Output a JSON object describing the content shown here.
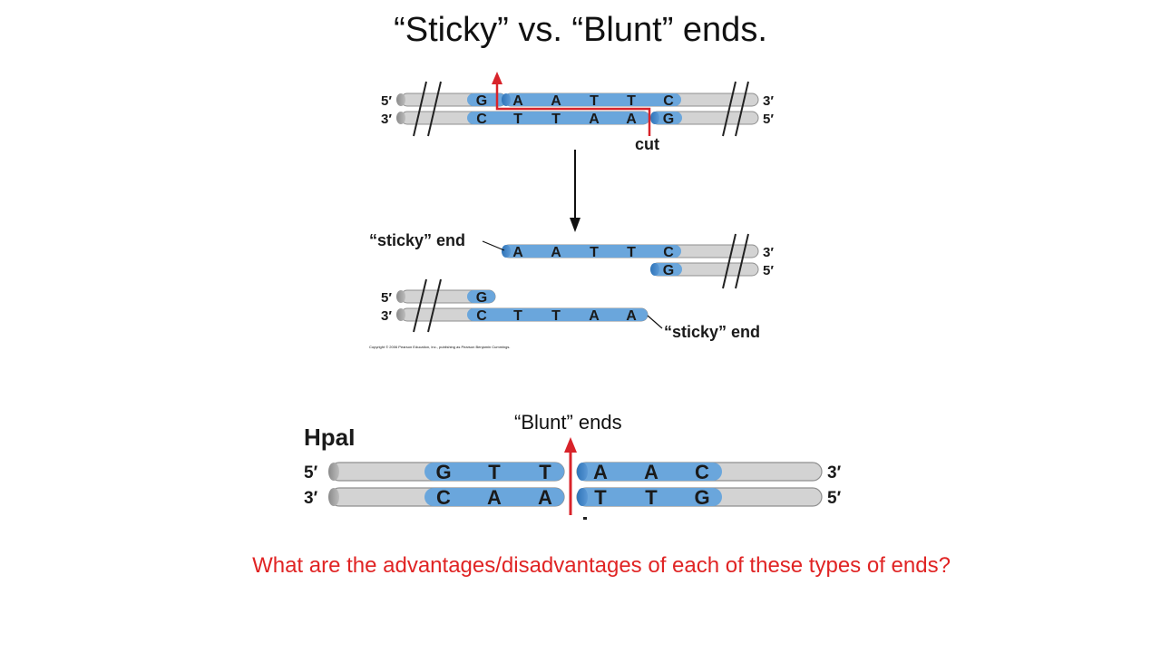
{
  "title": "“Sticky” vs. “Blunt” ends.",
  "question": "What are the advantages/disadvantages of each of these types of ends?",
  "ecori": {
    "top_ends": [
      "5′",
      "3′"
    ],
    "bottom_ends": [
      "3′",
      "5′"
    ],
    "top_bases": [
      "G",
      "A",
      "A",
      "T",
      "T",
      "C"
    ],
    "bottom_bases": [
      "C",
      "T",
      "T",
      "A",
      "A",
      "G"
    ],
    "cut_label": "cut",
    "sticky_label": "“sticky” end",
    "copyright": "Copyright © 2006 Pearson Education, Inc., publishing as Pearson Benjamin Cummings."
  },
  "hpai": {
    "enzyme": "HpaI",
    "blunt_label": "“Blunt” ends",
    "top_ends": [
      "5′",
      "3′"
    ],
    "bottom_ends": [
      "3′",
      "5′"
    ],
    "top_bases": [
      "G",
      "T",
      "T",
      "A",
      "A",
      "C"
    ],
    "bottom_bases": [
      "C",
      "A",
      "A",
      "T",
      "T",
      "G"
    ]
  },
  "colors": {
    "strand_gray": "#d3d3d3",
    "strand_blue": "#6aa6dc",
    "cut_red": "#d8232a",
    "question_red": "#e02424"
  }
}
